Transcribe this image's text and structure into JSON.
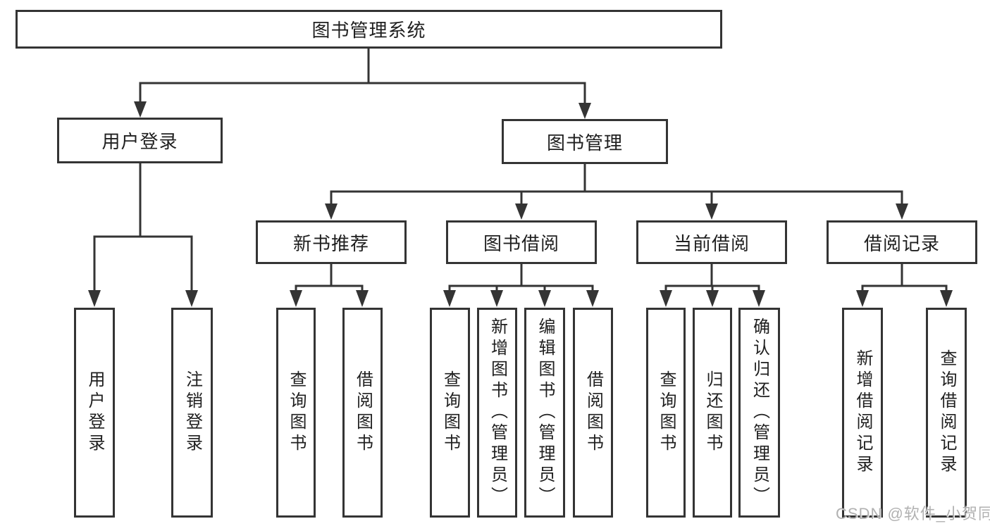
{
  "diagram": {
    "title": "图书管理系统",
    "children": [
      {
        "label": "用户登录",
        "children": [
          {
            "label": "用户登录"
          },
          {
            "label": "注销登录"
          }
        ]
      },
      {
        "label": "图书管理",
        "children": [
          {
            "label": "新书推荐",
            "children": [
              {
                "label": "查询图书"
              },
              {
                "label": "借阅图书"
              }
            ]
          },
          {
            "label": "图书借阅",
            "children": [
              {
                "label": "查询图书"
              },
              {
                "label": "新增图书（管理员）"
              },
              {
                "label": "编辑图书（管理员）"
              },
              {
                "label": "借阅图书"
              }
            ]
          },
          {
            "label": "当前借阅",
            "children": [
              {
                "label": "查询图书"
              },
              {
                "label": "归还图书"
              },
              {
                "label": "确认归还（管理员）"
              }
            ]
          },
          {
            "label": "借阅记录",
            "children": [
              {
                "label": "新增借阅记录"
              },
              {
                "label": "查询借阅记录"
              }
            ]
          }
        ]
      }
    ]
  },
  "watermark": {
    "text": "CSDN @软件_小贺同学"
  },
  "colors": {
    "line": "#343434",
    "box_border": "#343434",
    "background": "#ffffff",
    "text": "#1f1f1f",
    "watermark": "#adadad"
  }
}
